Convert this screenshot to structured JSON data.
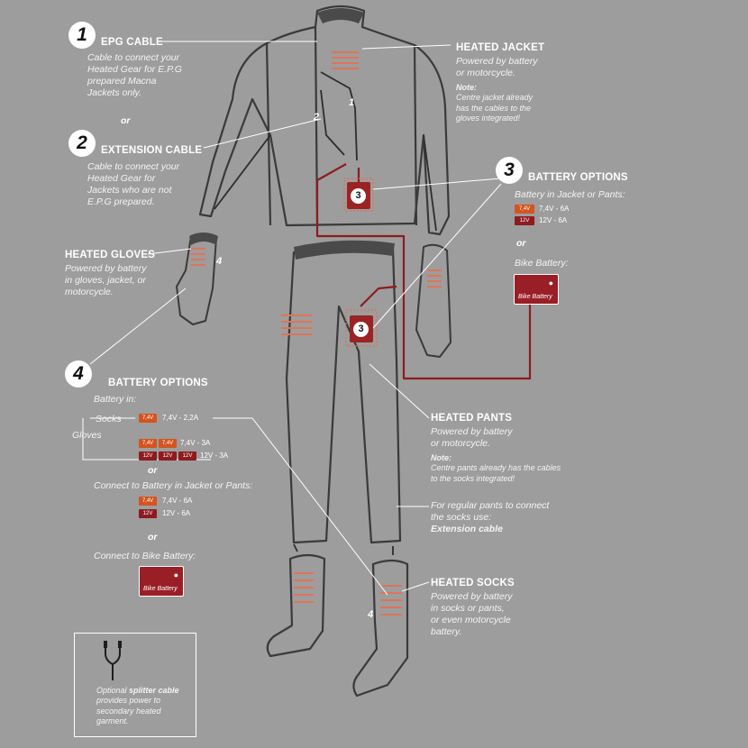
{
  "epg": {
    "num": "1",
    "title": "EPG CABLE",
    "desc": [
      "Cable to connect your",
      "Heated Gear for E.P.G",
      "prepared Macna",
      "Jackets only."
    ]
  },
  "or_label": "or",
  "extension": {
    "num": "2",
    "title": "EXTENSION CABLE",
    "desc": [
      "Cable to connect your",
      "Heated Gear for",
      "Jackets who are not",
      "E.P.G prepared."
    ]
  },
  "jacket": {
    "title": "HEATED JACKET",
    "desc": [
      "Powered by battery",
      "or motorcycle."
    ],
    "note_label": "Note:",
    "note": [
      "Centre jacket already",
      "has the cables to the",
      "gloves integrated!"
    ]
  },
  "battery_options_3": {
    "num": "3",
    "title": "BATTERY OPTIONS",
    "subtitle": "Battery in Jacket or Pants:",
    "bat_a_label": "7,4V",
    "bat_a_spec": "7,4V - 6A",
    "bat_b_label": "12V",
    "bat_b_spec": "12V - 6A",
    "or": "or",
    "bike_label": "Bike Battery:",
    "bike_text": "Bike Battery"
  },
  "gloves": {
    "title": "HEATED GLOVES",
    "desc": [
      "Powered by battery",
      "in gloves, jacket, or",
      "motorcycle."
    ]
  },
  "battery_options_4": {
    "num": "4",
    "title": "BATTERY OPTIONS",
    "battery_in": "Battery in:",
    "socks_label": "Socks",
    "gloves_label": "Gloves",
    "socks_bat": "7,4V",
    "socks_spec": "7,4V - 2,2A",
    "gloves_bat_74": "7,4V",
    "gloves_spec_74": "7,4V - 3A",
    "gloves_bat_12": "12V",
    "gloves_spec_12": "12V - 3A",
    "or": "or",
    "connect_jacket": "Connect to Battery in Jacket or Pants:",
    "cj_bat_a": "7,4V",
    "cj_spec_a": "7,4V - 6A",
    "cj_bat_b": "12V",
    "cj_spec_b": "12V - 6A",
    "or2": "or",
    "connect_bike": "Connect to Bike Battery:",
    "bike_text": "Bike Battery"
  },
  "pants": {
    "title": "HEATED PANTS",
    "desc": [
      "Powered by battery",
      "or motorcycle."
    ],
    "note_label": "Note:",
    "note": [
      "Centre pants already has the cables",
      "to the socks integrated!"
    ],
    "regular": [
      "For regular pants to connect",
      "the socks use:"
    ],
    "regular_bold": "Extension cable"
  },
  "socks": {
    "title": "HEATED SOCKS",
    "desc": [
      "Powered by battery",
      "in socks or pants,",
      "or even motorcycle",
      "battery."
    ]
  },
  "splitter": {
    "pre": "Optional ",
    "bold": "splitter cable",
    "rest": [
      "provides power to",
      "secondary heated",
      "garment."
    ]
  },
  "markers": {
    "m1": "1",
    "m2": "2",
    "m3a": "3",
    "m3b": "3",
    "m4a": "4",
    "m4b": "4"
  },
  "colors": {
    "background": "#9d9d9d",
    "cable": "#8e1b1f",
    "battery_74": "#d4541f",
    "battery_12": "#8e1b1f",
    "heat": "#e0735a",
    "outline": "#3a3a3a"
  }
}
